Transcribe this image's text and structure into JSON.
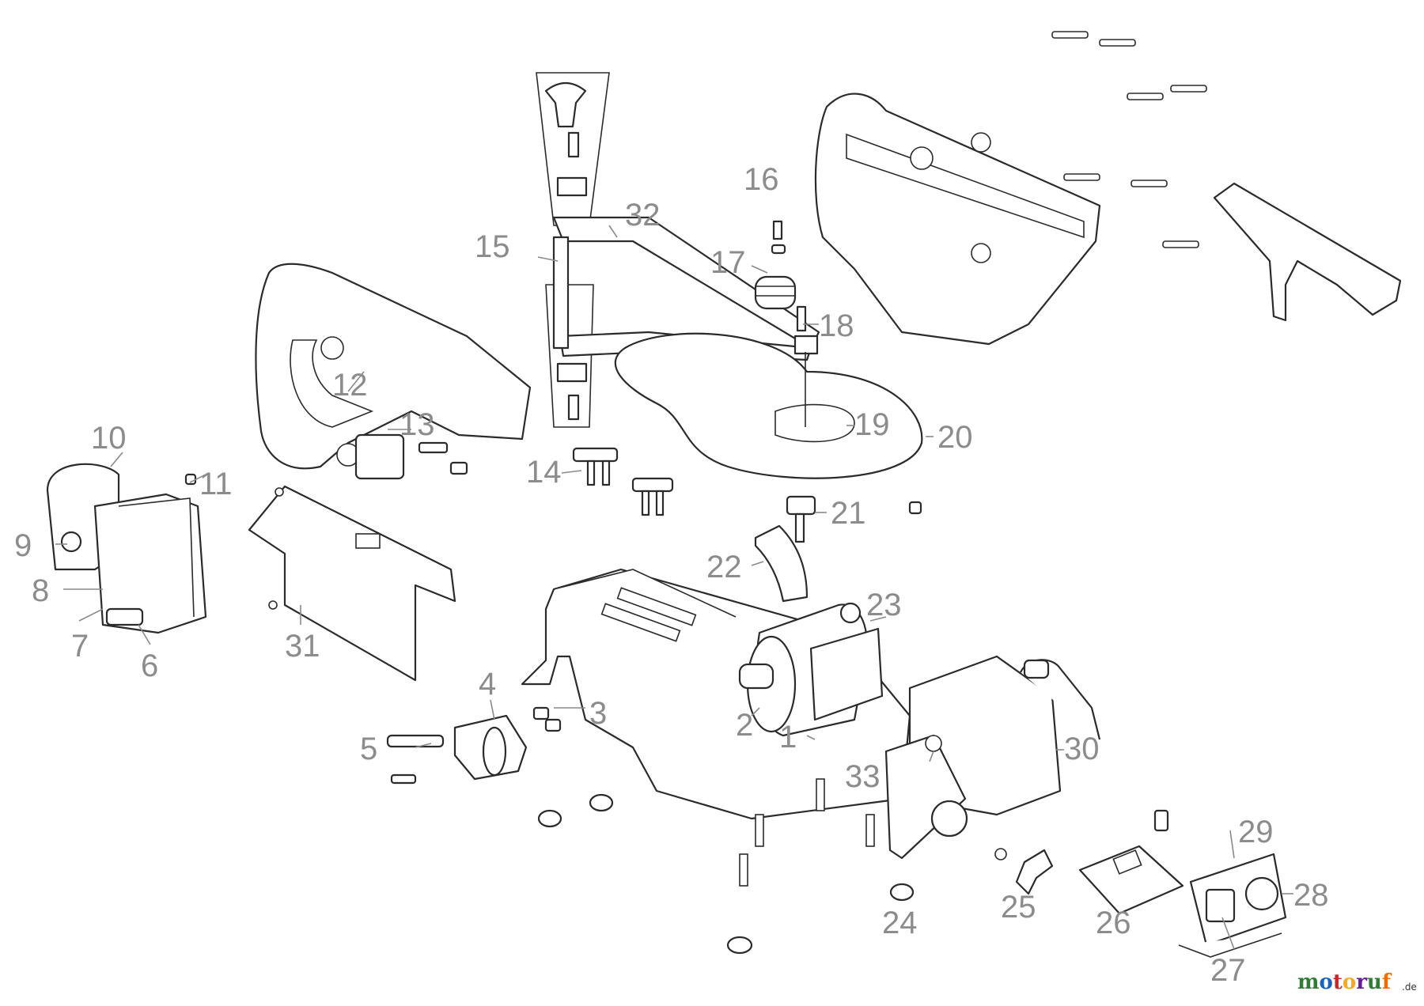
{
  "diagram": {
    "callouts": [
      {
        "id": "1",
        "label": "1"
      },
      {
        "id": "2",
        "label": "2"
      },
      {
        "id": "3",
        "label": "3"
      },
      {
        "id": "4",
        "label": "4"
      },
      {
        "id": "5",
        "label": "5"
      },
      {
        "id": "6",
        "label": "6"
      },
      {
        "id": "7",
        "label": "7"
      },
      {
        "id": "8",
        "label": "8"
      },
      {
        "id": "9",
        "label": "9"
      },
      {
        "id": "10",
        "label": "10"
      },
      {
        "id": "11",
        "label": "11"
      },
      {
        "id": "12",
        "label": "12"
      },
      {
        "id": "13",
        "label": "13"
      },
      {
        "id": "14",
        "label": "14"
      },
      {
        "id": "15",
        "label": "15"
      },
      {
        "id": "16",
        "label": "16"
      },
      {
        "id": "17",
        "label": "17"
      },
      {
        "id": "18",
        "label": "18"
      },
      {
        "id": "19",
        "label": "19"
      },
      {
        "id": "20",
        "label": "20"
      },
      {
        "id": "21",
        "label": "21"
      },
      {
        "id": "22",
        "label": "22"
      },
      {
        "id": "23",
        "label": "23"
      },
      {
        "id": "24",
        "label": "24"
      },
      {
        "id": "25",
        "label": "25"
      },
      {
        "id": "26",
        "label": "26"
      },
      {
        "id": "27",
        "label": "27"
      },
      {
        "id": "28",
        "label": "28"
      },
      {
        "id": "29",
        "label": "29"
      },
      {
        "id": "30",
        "label": "30"
      },
      {
        "id": "31",
        "label": "31"
      },
      {
        "id": "32",
        "label": "32"
      },
      {
        "id": "33",
        "label": "33"
      }
    ]
  },
  "watermark": {
    "letters": [
      "m",
      "o",
      "t",
      "o",
      "r",
      "u",
      "f"
    ],
    "letter_colors": [
      "#2e7d32",
      "#1565c0",
      "#c62828",
      "#f9a825",
      "#6a1b9a",
      "#2e7d32",
      "#ef6c00"
    ],
    "suffix": ".de"
  }
}
